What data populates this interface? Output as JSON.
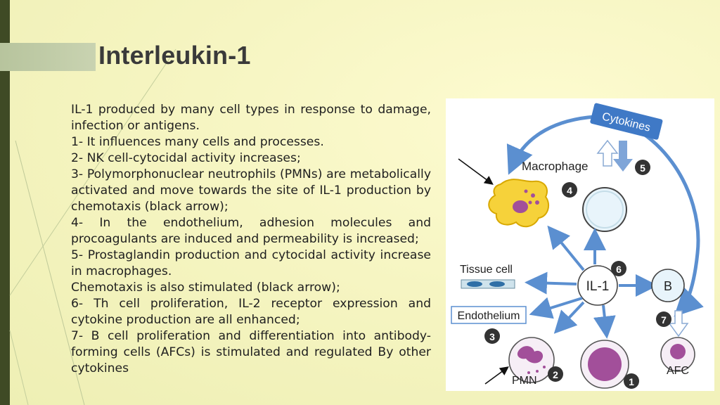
{
  "slide": {
    "title": "Interleukin-1",
    "paragraphs": [
      "IL-1 produced by many cell types in response to damage, infection or antigens.",
      "1- It influences many cells and processes.",
      "2- NK cell-cytocidal activity increases;",
      "3- Polymorphonuclear neutrophils (PMNs) are metabolically activated and move towards the site of IL-1 production by chemotaxis (black arrow);",
      "4- In the endothelium, adhesion molecules and procoagulants are induced and permeability is increased;",
      "5- Prostaglandin production and cytocidal activity increase in macrophages.",
      "Chemotaxis is also stimulated (black arrow);",
      "6- Th cell proliferation, IL-2 receptor expression and cytokine production are all enhanced;",
      "7- B cell proliferation and differentiation into antibody-forming cells (AFCs) is stimulated and regulated By other cytokines"
    ]
  },
  "figure": {
    "cytokines_label": "Cytokines",
    "macrophage_label": "Macrophage",
    "tissue_cell_label": "Tissue cell",
    "endothelium_label": "Endothelium",
    "il1_label": "IL-1",
    "b_label": "B",
    "afc_label": "AFC",
    "pmn_label": "PMN",
    "badges": [
      "1",
      "2",
      "3",
      "4",
      "5",
      "6",
      "7"
    ],
    "colors": {
      "arrow_blue": "#5b8fd0",
      "banner_blue": "#3f79c6",
      "macrophage_yellow": "#f6d23a",
      "pmn_purple": "#a24f9a",
      "cell_fill": "#e8f4fb",
      "badge": "#333333"
    }
  }
}
